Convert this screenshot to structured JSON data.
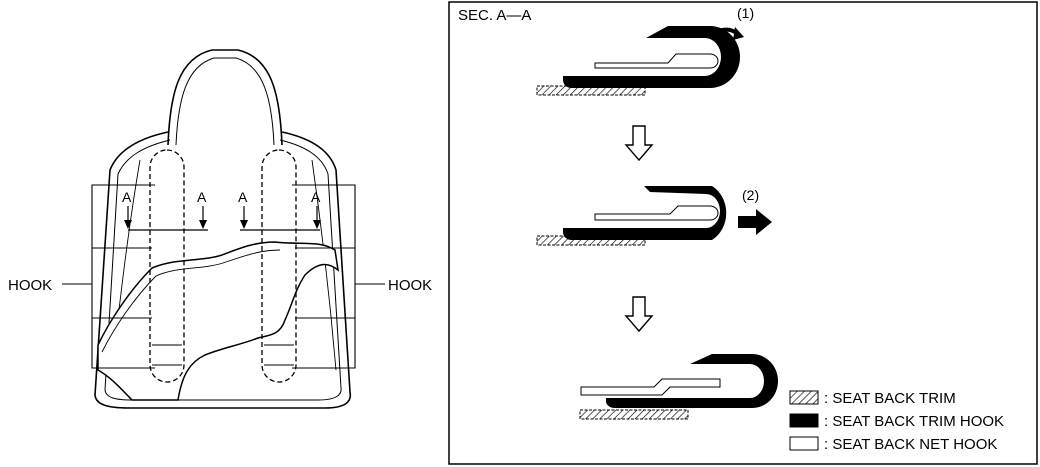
{
  "left_figure": {
    "hook_left_label": "HOOK",
    "hook_right_label": "HOOK",
    "section_markers": [
      "A",
      "A",
      "A",
      "A"
    ]
  },
  "right_panel": {
    "section_title": "SEC. A—A",
    "step1_label": "(1)",
    "step2_label": "(2)"
  },
  "legend": {
    "items": [
      {
        "label": ": SEAT BACK TRIM",
        "swatch": "hatched"
      },
      {
        "label": ": SEAT BACK TRIM HOOK",
        "swatch": "solid-black"
      },
      {
        "label": ": SEAT BACK NET HOOK",
        "swatch": "outline-white"
      }
    ]
  },
  "colors": {
    "ink": "#000000",
    "paper": "#ffffff"
  }
}
